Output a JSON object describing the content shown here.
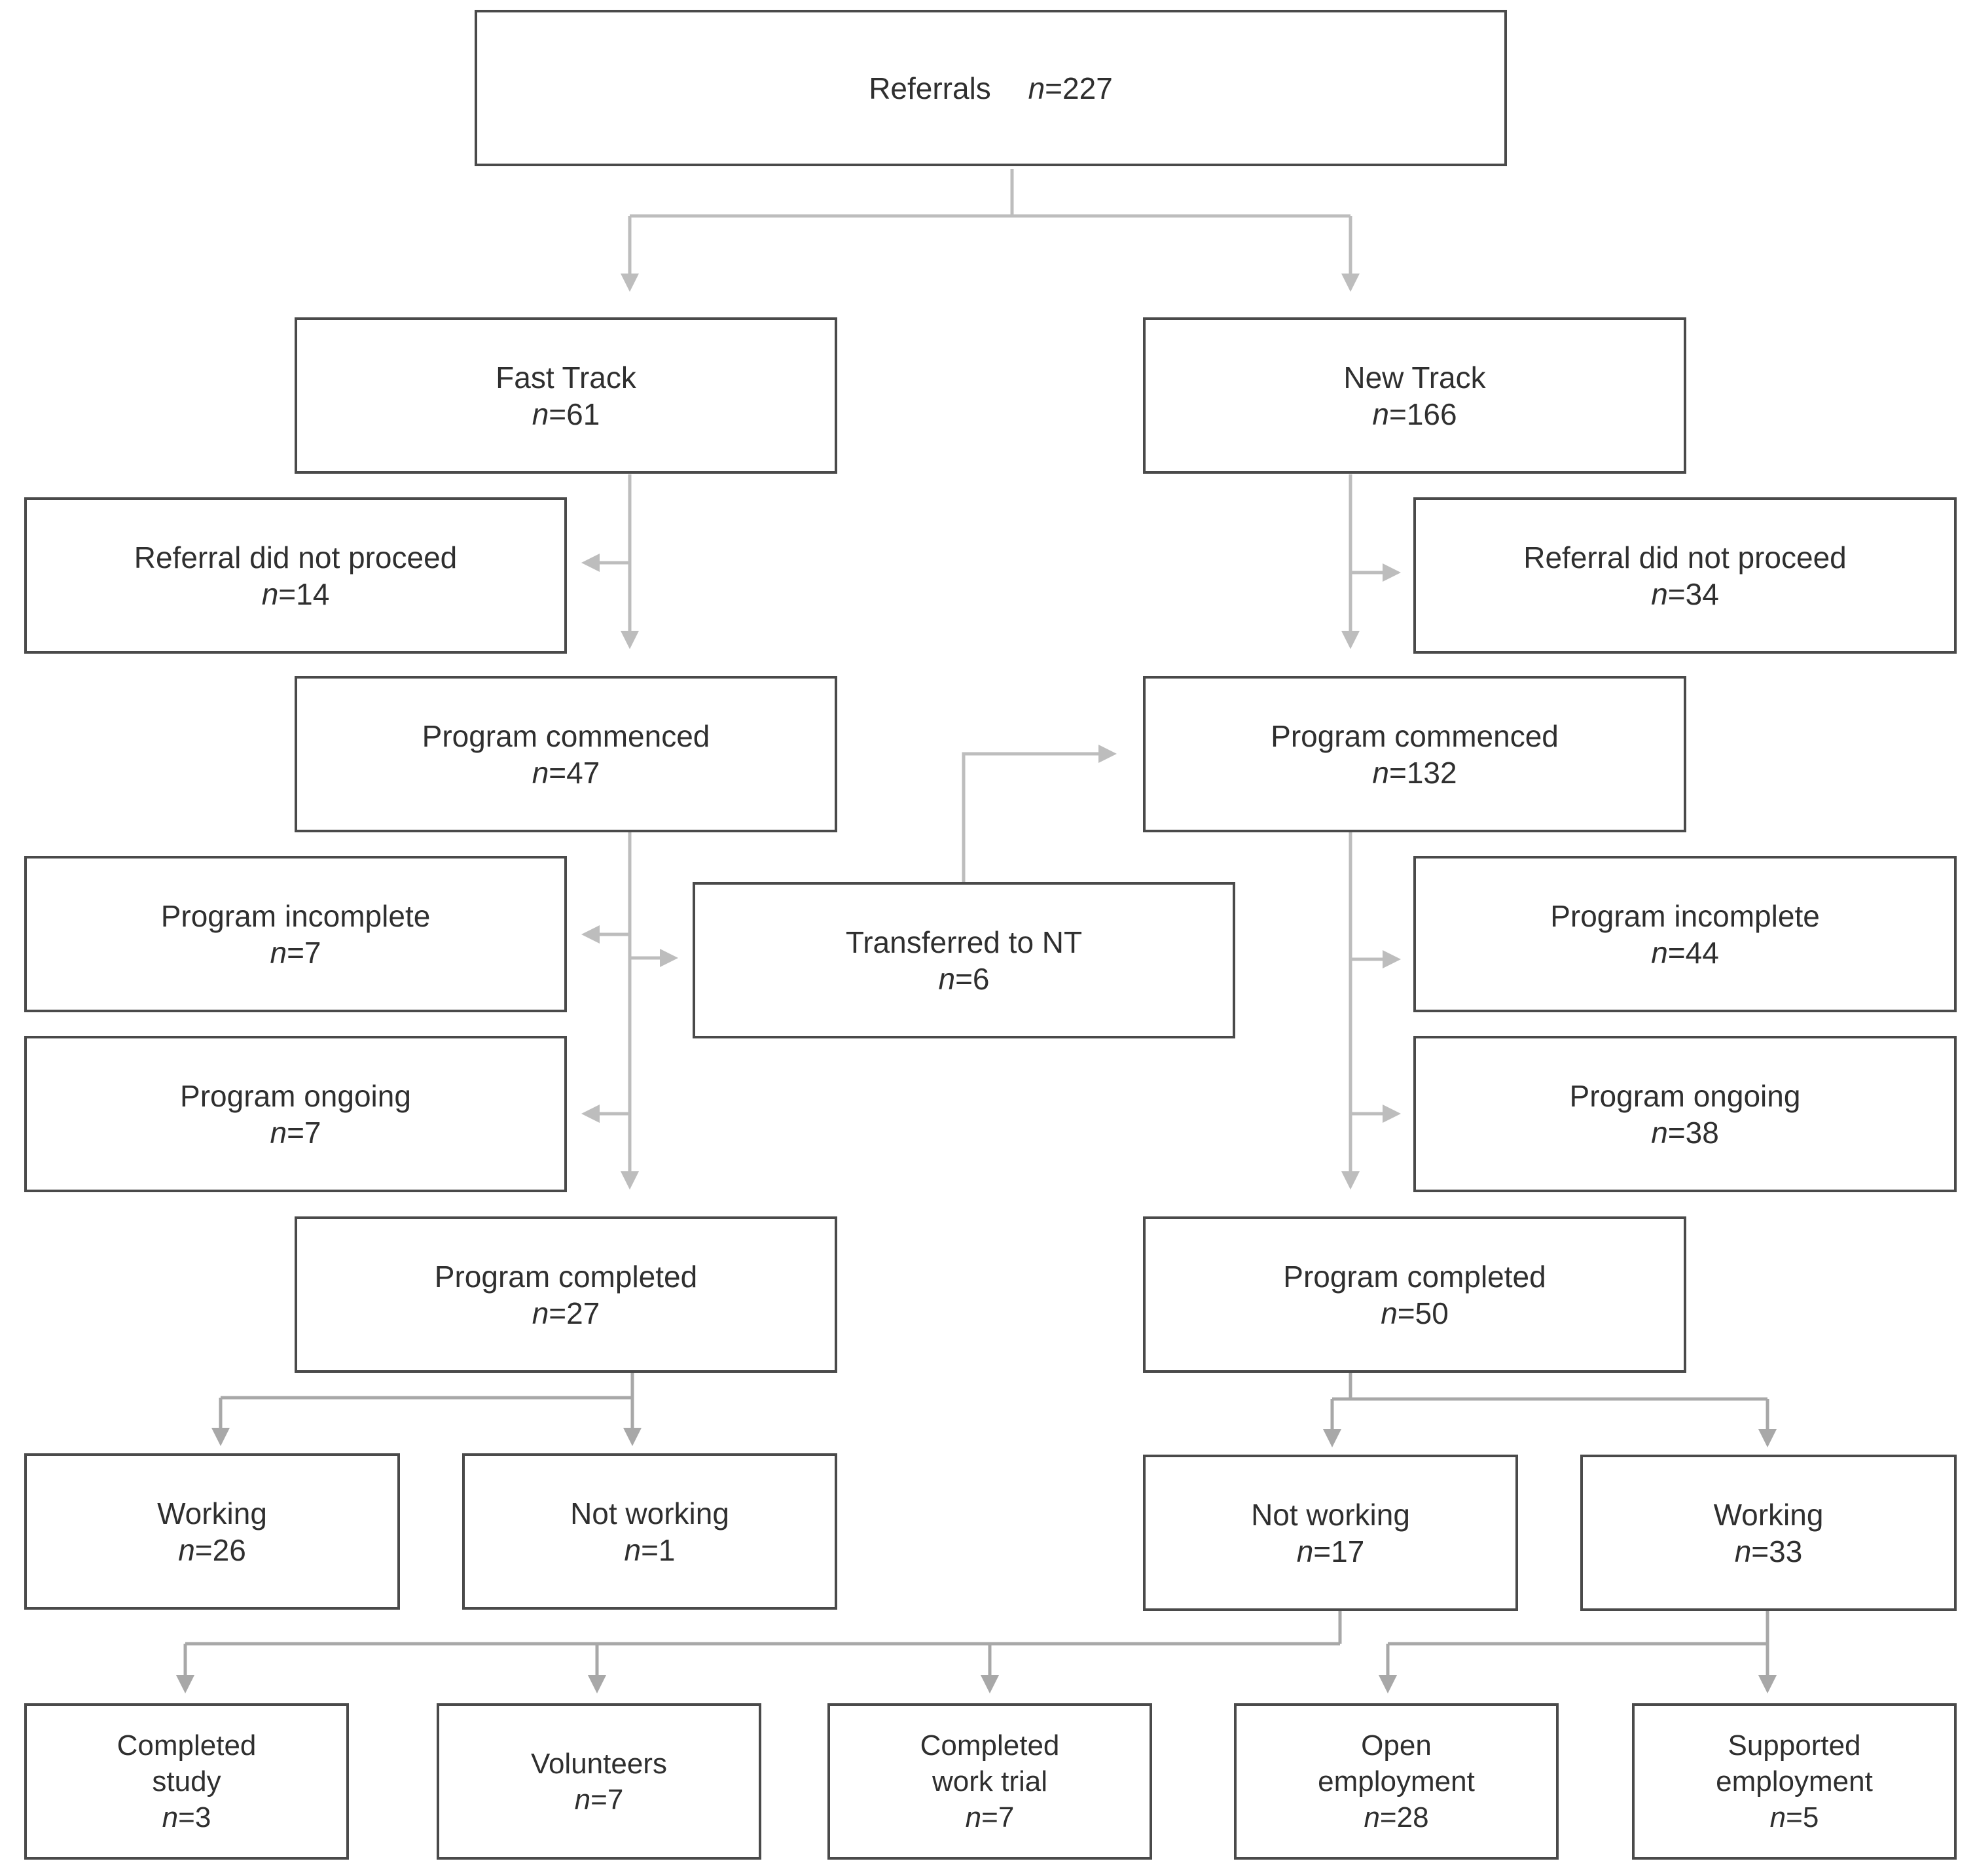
{
  "nodes": {
    "referrals": {
      "label": "Referrals",
      "n_var": "n",
      "n_val": "=227"
    },
    "fast_track": {
      "label": "Fast Track",
      "n_var": "n",
      "n_val": "=61"
    },
    "new_track": {
      "label": "New Track",
      "n_var": "n",
      "n_val": "=166"
    },
    "ft_not_proceed": {
      "label": "Referral did not proceed",
      "n_var": "n",
      "n_val": "=14"
    },
    "nt_not_proceed": {
      "label": "Referral did not proceed",
      "n_var": "n",
      "n_val": "=34"
    },
    "ft_commenced": {
      "label": "Program commenced",
      "n_var": "n",
      "n_val": "=47"
    },
    "nt_commenced": {
      "label": "Program commenced",
      "n_var": "n",
      "n_val": "=132"
    },
    "ft_incomplete": {
      "label": "Program incomplete",
      "n_var": "n",
      "n_val": "=7"
    },
    "transferred": {
      "label": "Transferred to NT",
      "n_var": "n",
      "n_val": "=6"
    },
    "nt_incomplete": {
      "label": "Program incomplete",
      "n_var": "n",
      "n_val": "=44"
    },
    "ft_ongoing": {
      "label": "Program ongoing",
      "n_var": "n",
      "n_val": "=7"
    },
    "nt_ongoing": {
      "label": "Program ongoing",
      "n_var": "n",
      "n_val": "=38"
    },
    "ft_completed": {
      "label": "Program completed",
      "n_var": "n",
      "n_val": "=27"
    },
    "nt_completed": {
      "label": "Program completed",
      "n_var": "n",
      "n_val": "=50"
    },
    "ft_working": {
      "label": "Working",
      "n_var": "n",
      "n_val": "=26"
    },
    "ft_not_working": {
      "label": "Not working",
      "n_var": "n",
      "n_val": "=1"
    },
    "nt_not_working": {
      "label": "Not working",
      "n_var": "n",
      "n_val": "=17"
    },
    "nt_working": {
      "label": "Working",
      "n_var": "n",
      "n_val": "=33"
    },
    "completed_study": {
      "label_lines": [
        "Completed",
        "study"
      ],
      "n_var": "n",
      "n_val": "=3"
    },
    "volunteers": {
      "label": "Volunteers",
      "n_var": "n",
      "n_val": "=7"
    },
    "completed_work_trial": {
      "label_lines": [
        "Completed",
        "work trial"
      ],
      "n_var": "n",
      "n_val": "=7"
    },
    "open_employment": {
      "label_lines": [
        "Open",
        "employment"
      ],
      "n_var": "n",
      "n_val": "=28"
    },
    "supported_employment": {
      "label_lines": [
        "Supported",
        "employment"
      ],
      "n_var": "n",
      "n_val": "=5"
    }
  },
  "colors": {
    "box_border": "#4a4a4a",
    "text": "#2f2f2f",
    "connector": "#bdbdbd",
    "connector_dark": "#a8a8a8"
  }
}
